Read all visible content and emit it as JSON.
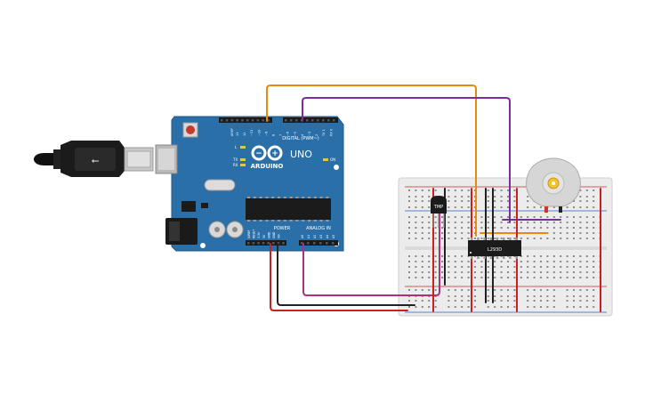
{
  "arduino": {
    "brand": "ARDUINO",
    "model": "UNO",
    "digital_label": "DIGITAL (PWM~)",
    "power_label": "POWER",
    "analog_label": "ANALOG IN",
    "on_label": "ON",
    "l_label": "L",
    "tx_label": "TX",
    "rx_label": "RX",
    "reset_label": "RESET",
    "aref_label": "AREF",
    "digital_pins": [
      "13",
      "12",
      "~11",
      "~10",
      "~9",
      "8",
      "7",
      "~6",
      "~5",
      "4",
      "~3",
      "2",
      "TX 1",
      "RX 0"
    ],
    "power_pins": [
      "IOREF",
      "RESET",
      "3.3V",
      "5V",
      "GND",
      "GND",
      "Vin"
    ],
    "analog_pins": [
      "A0",
      "A1",
      "A2",
      "A3",
      "A4",
      "A5"
    ]
  },
  "components": {
    "sensor_label": "TMP",
    "driver_label": "L293D"
  },
  "colors": {
    "board": "#2b6fa8",
    "wire_orange": "#e58a0f",
    "wire_purple": "#7b2d9a",
    "wire_magenta": "#b0307a",
    "wire_red": "#cc1f1f",
    "wire_black": "#222222",
    "breadboard": "#ececec"
  }
}
